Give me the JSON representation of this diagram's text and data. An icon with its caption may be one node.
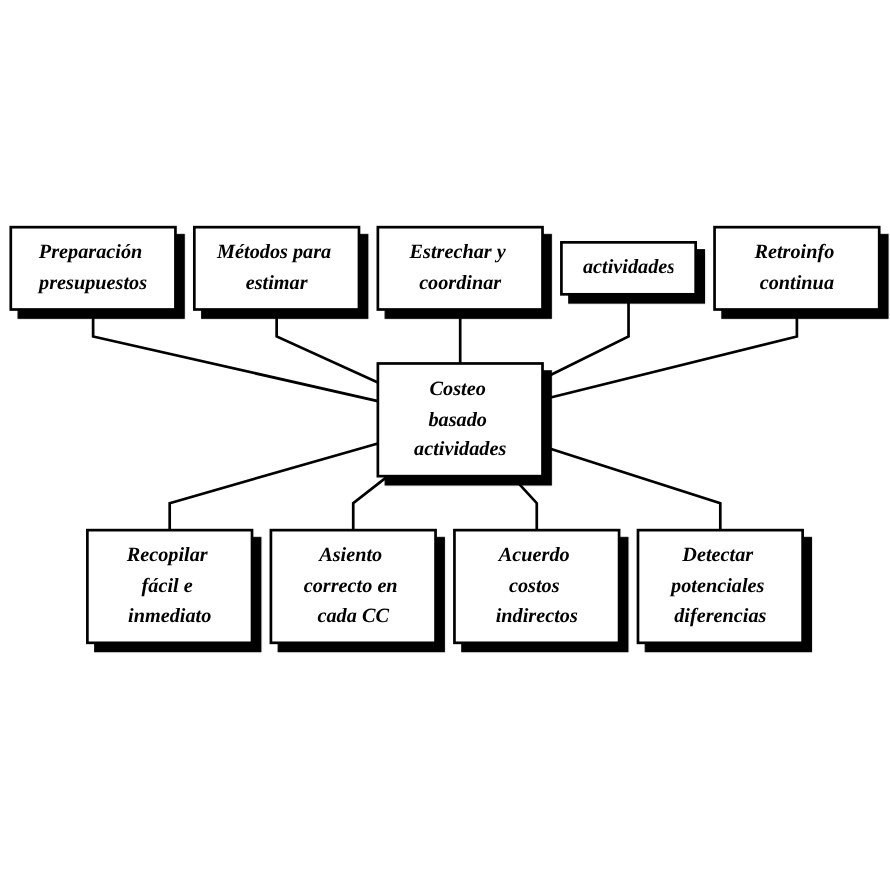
{
  "diagram": {
    "nodes": [
      {
        "text": [
          "Estrechar y coordinar"
        ]
      },
      {
        "text": [
          "Métodos para estimar"
        ]
      },
      {
        "text": [
          "actividades"
        ]
      },
      {
        "text": [
          "Preparación presupuestos"
        ]
      },
      {
        "text": [
          "Costeo basado actividades"
        ]
      },
      {
        "text": [
          "Retroinfo continua"
        ]
      },
      {
        "text": [
          "Recopilar fácil e inmediato"
        ]
      },
      {
        "text": [
          "Detectar potenciales diferencias"
        ]
      },
      {
        "text": [
          "Asiento correcto en cada CC"
        ]
      },
      {
        "text": [
          "Acuerdo costos indirectos"
        ]
      }
    ],
    "edges": [
      {
        "from": 3,
        "to": 4,
        "arrow": "none"
      },
      {
        "from": 1,
        "to": 4,
        "arrow": "none"
      },
      {
        "from": 0,
        "to": 4,
        "arrow": "none"
      },
      {
        "from": 2,
        "to": 4,
        "arrow": "none"
      },
      {
        "from": 5,
        "to": 4,
        "arrow": "none"
      },
      {
        "from": 4,
        "to": 6,
        "arrow": "none"
      },
      {
        "from": 4,
        "to": 8,
        "arrow": "none"
      },
      {
        "from": 4,
        "to": 9,
        "arrow": "none"
      },
      {
        "from": 4,
        "to": 7,
        "arrow": "none"
      }
    ]
  }
}
